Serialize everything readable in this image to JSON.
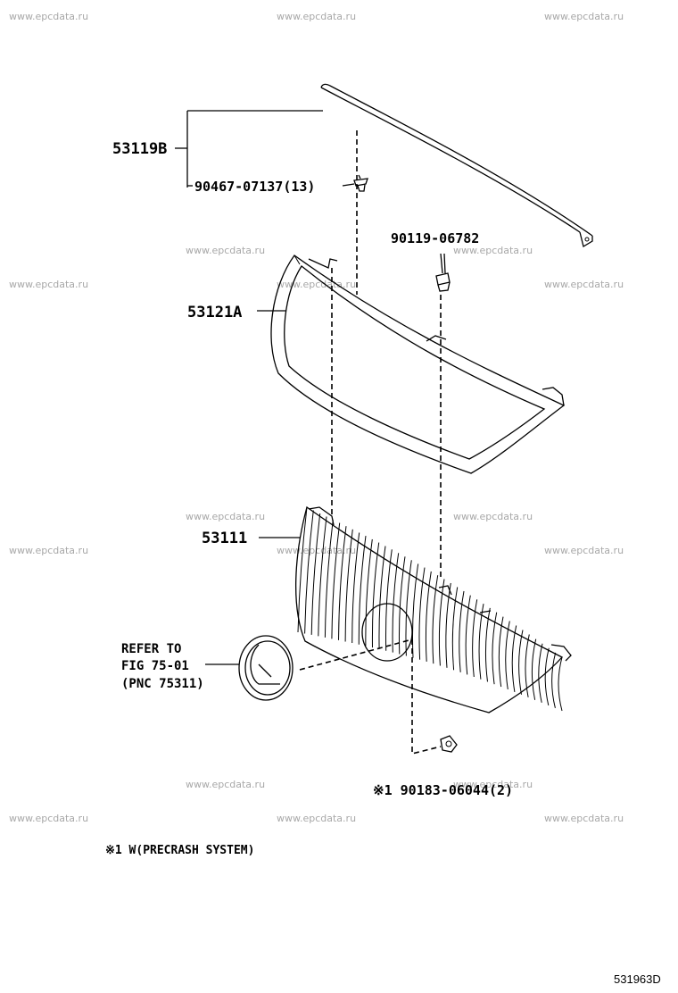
{
  "watermark": "www.epcdata.ru",
  "parts": {
    "molding": "53119B",
    "clip": "90467-07137(13)",
    "screw": "90119-06782",
    "frame": "53121A",
    "grille": "53111",
    "nut": "※1 90183-06044(2)"
  },
  "reference": {
    "line1": "REFER TO",
    "line2": "FIG 75-01",
    "line3": "(PNC 75311)"
  },
  "note": "※1 W(PRECRASH SYSTEM)",
  "diagram_code": "531963D"
}
